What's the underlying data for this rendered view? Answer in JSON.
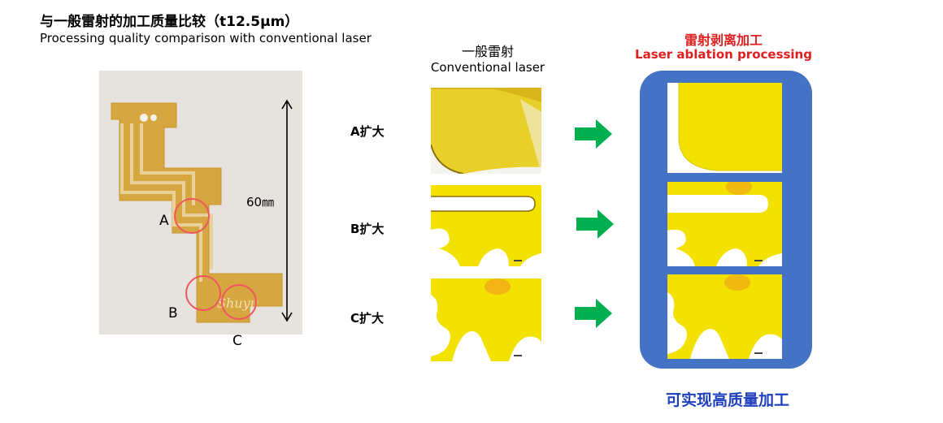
{
  "header": {
    "title_zh": "与一般雷射的加工质量比较（t12.5μm）",
    "title_en": "Processing quality comparison with conventional laser"
  },
  "columns": {
    "conventional_zh": "一般雷射",
    "conventional_en": "Conventional laser",
    "ablation_zh": "雷射剥离加工",
    "ablation_en": "Laser ablation processing"
  },
  "sample": {
    "dimension": "60㎜",
    "markers": [
      "A",
      "B",
      "C"
    ]
  },
  "rows": [
    {
      "label": "A扩大"
    },
    {
      "label": "B扩大"
    },
    {
      "label": "C扩大"
    }
  ],
  "footer": {
    "summary": "可实现高质量加工"
  },
  "colors": {
    "accent_red": "#e02020",
    "panel_blue": "#4472c4",
    "arrow_green": "#00b050",
    "summary_blue": "#1f3fbf",
    "circuit_gold": "#d6a640",
    "micro_yellow": "#f3e200"
  },
  "icons": {
    "arrow": "green-right-arrow-icon",
    "dimension": "double-headed-vertical-arrow-icon"
  }
}
